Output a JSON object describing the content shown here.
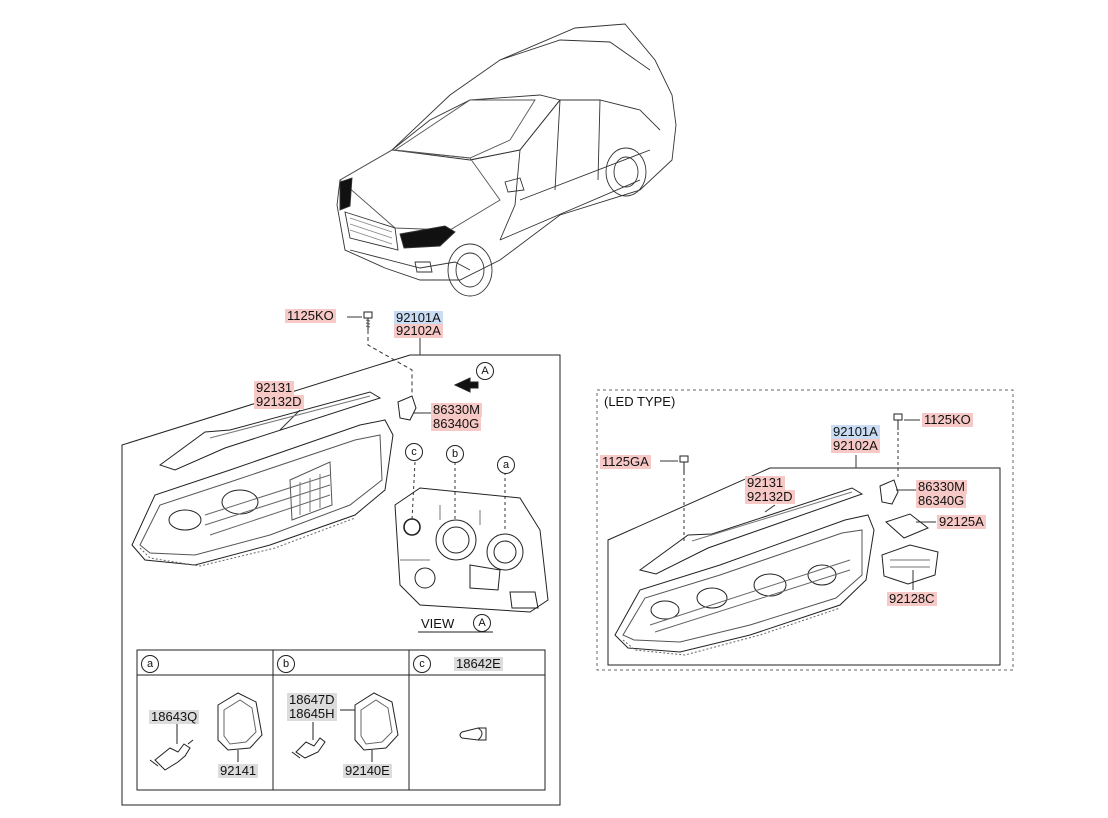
{
  "led_type_label": "(LED TYPE)",
  "view_label": "VIEW",
  "view_letter": "A",
  "arrow_letter": "A",
  "main": {
    "bolt": "1125KO",
    "headlamp_lh": "92101A",
    "headlamp_rh": "92102A",
    "trim_1": "92131",
    "trim_2": "92132D",
    "bracket_1": "86330M",
    "bracket_2": "86340G",
    "callout_c": "c",
    "callout_b": "b",
    "callout_a": "a"
  },
  "table": {
    "col_a": "a",
    "col_b": "b",
    "col_c": "c",
    "a_bulb": "18643Q",
    "a_cap": "92141",
    "b_bulb_1": "18647D",
    "b_bulb_2": "18645H",
    "b_cap": "92140E",
    "c_bulb": "18642E"
  },
  "led": {
    "bolt_top": "1125KO",
    "bolt_side": "1125GA",
    "headlamp_lh": "92101A",
    "headlamp_rh": "92102A",
    "trim_1": "92131",
    "trim_2": "92132D",
    "bracket_1": "86330M",
    "bracket_2": "86340G",
    "pad": "92125A",
    "module": "92128C"
  }
}
